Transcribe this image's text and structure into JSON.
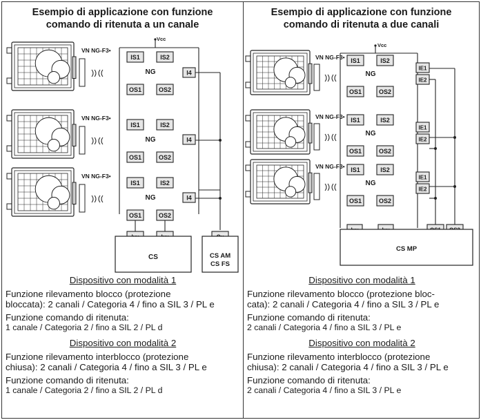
{
  "left": {
    "title_line1": "Esempio di applicazione con funzione",
    "title_line2": "comando di ritenuta a un canale",
    "device_label": "VN NG-F3•",
    "vcc": "Vcc",
    "ng": "NG",
    "is1": "IS1",
    "is2": "IS2",
    "os1": "OS1",
    "os2": "OS2",
    "i4": "I4",
    "ixx": "Ixx",
    "ox": "Ox",
    "cs": "CS",
    "cs_am": "CS AM",
    "cs_fs": "CS FS",
    "mode1_heading": "Dispositivo con modalità 1",
    "mode1_p1_line1": "Funzione rilevamento blocco (protezione",
    "mode1_p1_line2": "bloccata): 2 canali / Categoria 4 / fino a SIL 3 / PL e",
    "mode1_p2_line1": "Funzione comando di ritenuta:",
    "mode1_p2_line2": "1 canale / Categoria 2 / fino a SIL 2 / PL d",
    "mode2_heading": "Dispositivo con modalità 2",
    "mode2_p1_line1": "Funzione rilevamento interblocco (protezione",
    "mode2_p1_line2": "chiusa): 2 canali / Categoria 4 / fino a SIL 3 / PL e",
    "mode2_p2_line1": "Funzione comando di ritenuta:",
    "mode2_p2_line2": "1 canale / Categoria 2 / fino a SIL 2 / PL d"
  },
  "right": {
    "title_line1": "Esempio di applicazione con funzione",
    "title_line2": "comando di ritenuta a due canali",
    "device_label": "VN NG-F3•",
    "vcc": "Vcc",
    "ng": "NG",
    "is1": "IS1",
    "is2": "IS2",
    "os1": "OS1",
    "os2": "OS2",
    "ie1": "IE1",
    "ie2": "IE2",
    "ixx": "Ixx",
    "cs_mp": "CS MP",
    "mode1_heading": "Dispositivo con modalità 1",
    "mode1_p1_line1": "Funzione rilevamento blocco (protezione bloc-",
    "mode1_p1_line2": "cata): 2 canali / Categoria 4 / fino a SIL 3 / PL e",
    "mode1_p2_line1": "Funzione comando di ritenuta:",
    "mode1_p2_line2": "2 canali / Categoria 4 / fino a SIL 3 / PL e",
    "mode2_heading": "Dispositivo con modalità 2",
    "mode2_p1_line1": "Funzione rilevamento interblocco (protezione",
    "mode2_p1_line2": "chiusa): 2 canali / Categoria 4 / fino a SIL 3 / PL e",
    "mode2_p2_line1": "Funzione comando di ritenuta:",
    "mode2_p2_line2": "2 canali / Categoria 4 / fino a SIL 3 / PL e"
  },
  "colors": {
    "line": "#222222",
    "box_fill": "#e6e6e6",
    "ink": "#1a1a1a"
  }
}
